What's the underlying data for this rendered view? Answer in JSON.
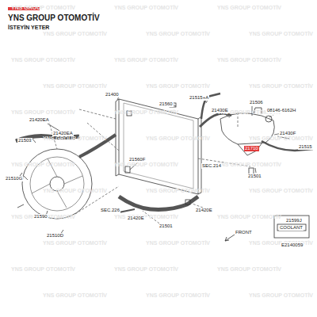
{
  "diagram": {
    "title": "YNS GROUP OTOMOTİV",
    "labels": [
      "İSTEYİN YETER",
      "21400",
      "21560",
      "21515+A",
      "21506",
      "21430E",
      "08146-6162H",
      "21430F",
      "21710",
      "21515",
      "21501",
      "21420EA",
      "21420EA",
      "21503",
      "21560F",
      "SEC.214",
      "21510G",
      "21590",
      "SEC.226",
      "21420E",
      "21420E",
      "21501",
      "21510D",
      "FRONT",
      "21599J",
      "COOLANT",
      "E2140059",
      "YNS GROUP OTOMOTİV",
      "YNS GROUP OTOMOTİV",
      "YNS GROUP OTOMOTİV",
      "YNS GROUP OTOMOTİV",
      "YNS GROUP OTOMOTİV",
      "YNS GROUP OTOMOTİV",
      "YNS GROUP OTOMOTİV",
      "YNS GROUP OTOMOTİV",
      "YNS GROUP OTOMOTİV",
      "YNS GROUP OTOMOTİV",
      "YNS GROUP OTOMOTİV",
      "YNS GROUP OTOMOTİV",
      "YNS GROUP OTOMOTİV",
      "YNS GROUP OTOMOTİV",
      "YNS GROUP OTOMOTİV",
      "YNS GROUP OTOMOTİV",
      "YNS GROUP OTOMOTİV",
      "YNS GROUP OTOMOTİV",
      "YNS GROUP OTOMOTİV",
      "YNS GROUP OTOMOTİV",
      "YNS GROUP OTOMOTİV",
      "YNS GROUP OTOMOTİV",
      "YNS GROUP OTOMOTİV",
      "YNS GROUP OTOMOTİV",
      "YNS GROUP OTOMOTİV",
      "YNS GROUP OTOMOTİV",
      "YNS GROUP OTOMOTİV",
      "YNS GROUP OTOMOTİV",
      "YNS GROUP OTOMOTİV",
      "YNS GROUP OTOMOTİV",
      "YNS GROUP OTOMOTİV",
      "YNS GROUP OTOMOTİV",
      "YNS GROUP OTOMOTİV",
      "YNS GROUP OTOMOTİV",
      "YNS GROUP OTOMOTİV",
      "YNS GROUP OTOMOTİV"
    ]
  }
}
